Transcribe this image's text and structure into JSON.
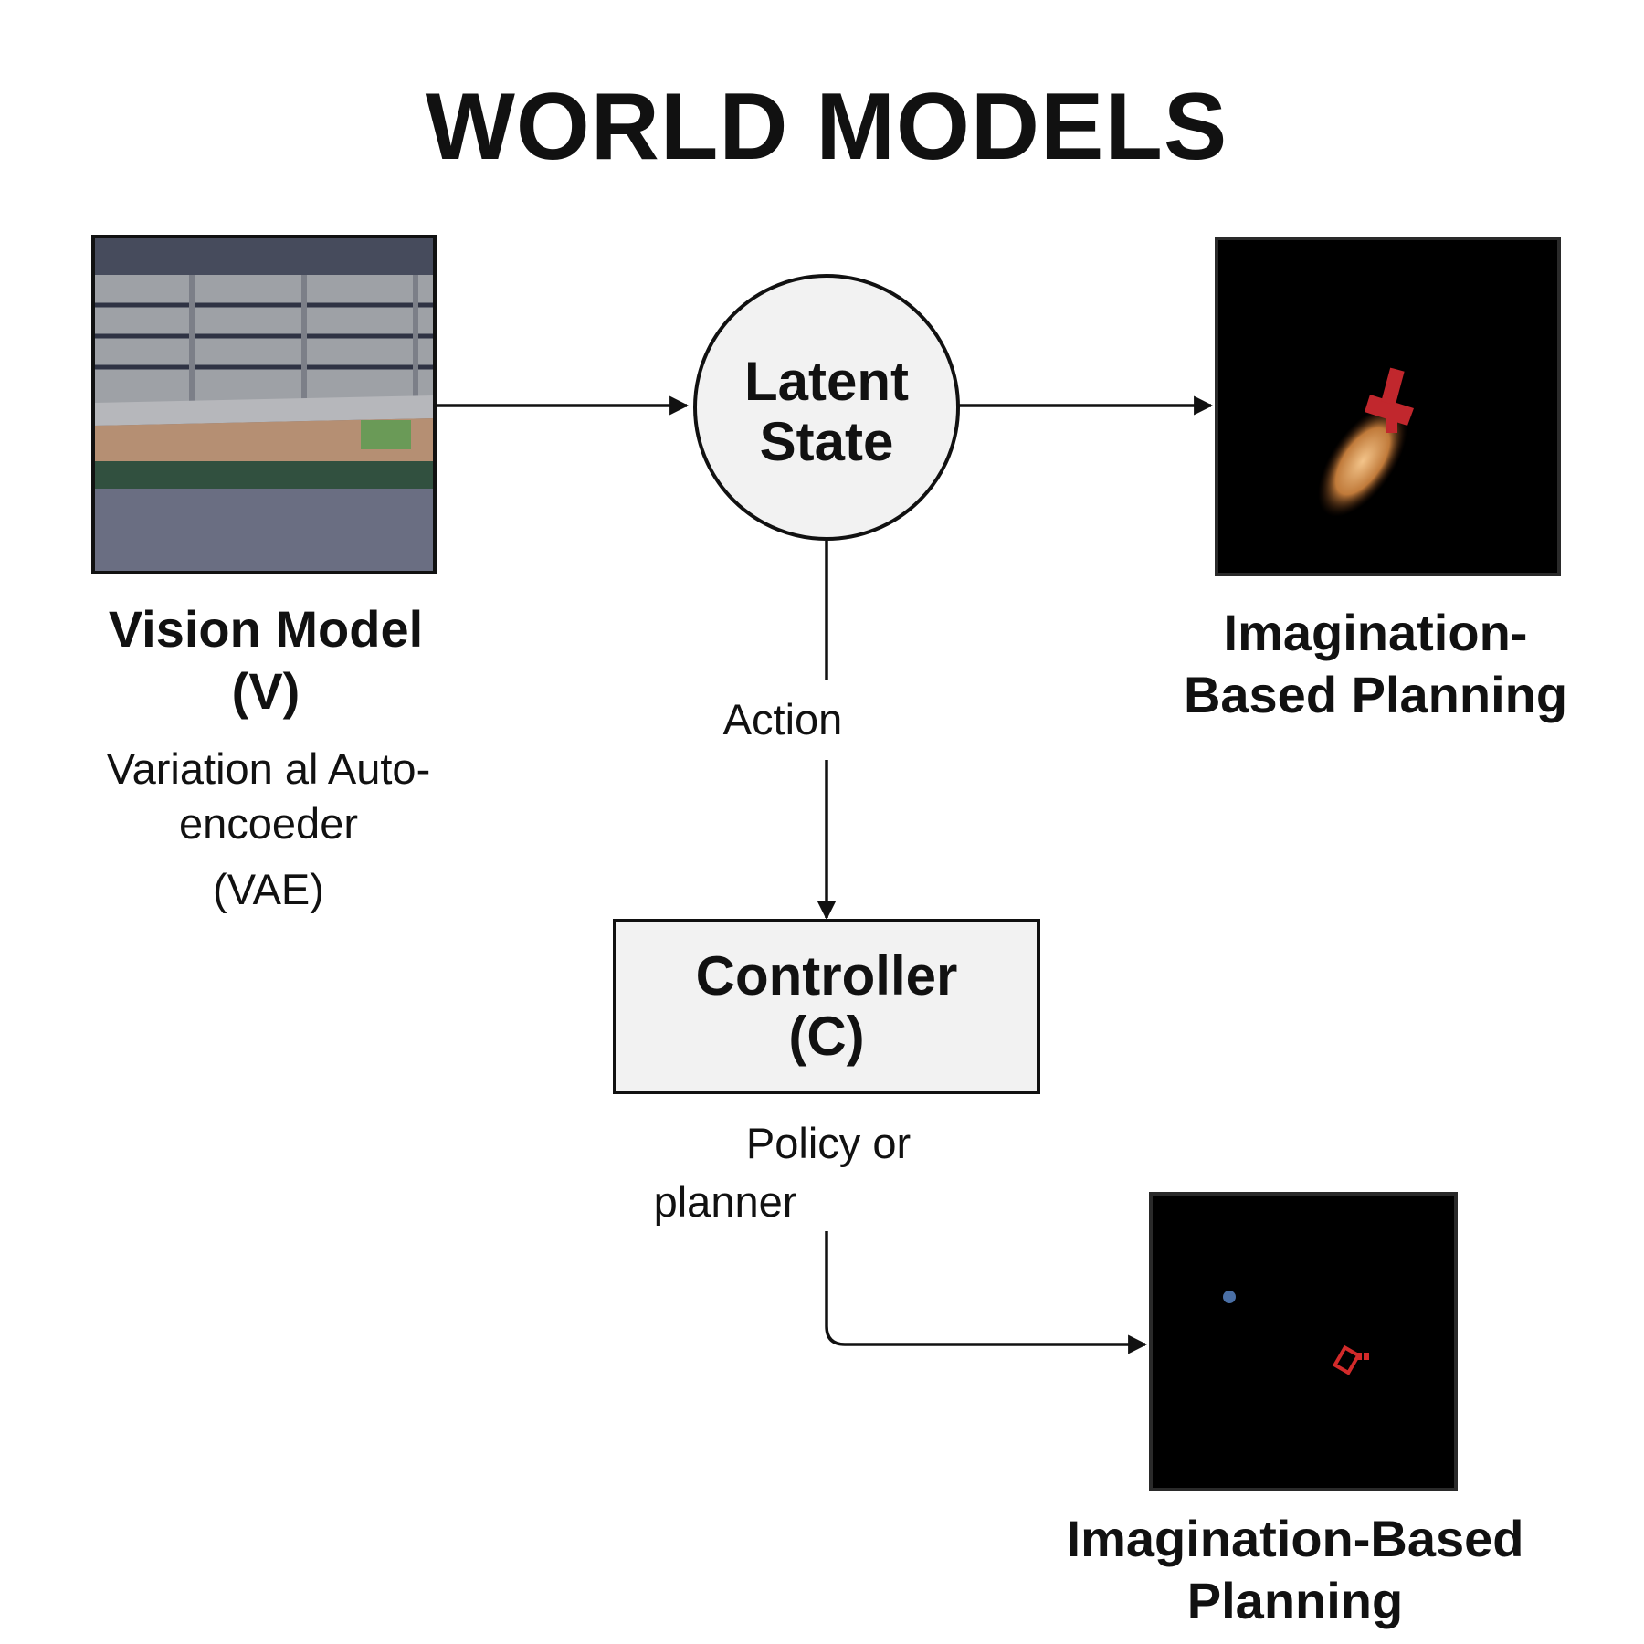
{
  "title": "WORLD MODELS",
  "vision": {
    "name_line1": "Vision Model",
    "name_line2": "(V)",
    "desc_line1": "Variation al Auto-",
    "desc_line2": "encoeder",
    "desc_line3": "(VAE)"
  },
  "latent": {
    "line1": "Latent",
    "line2": "State"
  },
  "action_label": "Action",
  "controller": {
    "line1": "Controller",
    "line2": "(C)",
    "desc_line1": "Policy or",
    "desc_line2": "planner"
  },
  "imagination_top": {
    "line1": "Imagination-",
    "line2": "Based Planning"
  },
  "imagination_bottom": {
    "line1": "Imagination-Based",
    "line2": "Planning"
  },
  "colors": {
    "stroke": "#111111",
    "node_fill": "#f2f2f2",
    "dark_frame": "#000000"
  }
}
